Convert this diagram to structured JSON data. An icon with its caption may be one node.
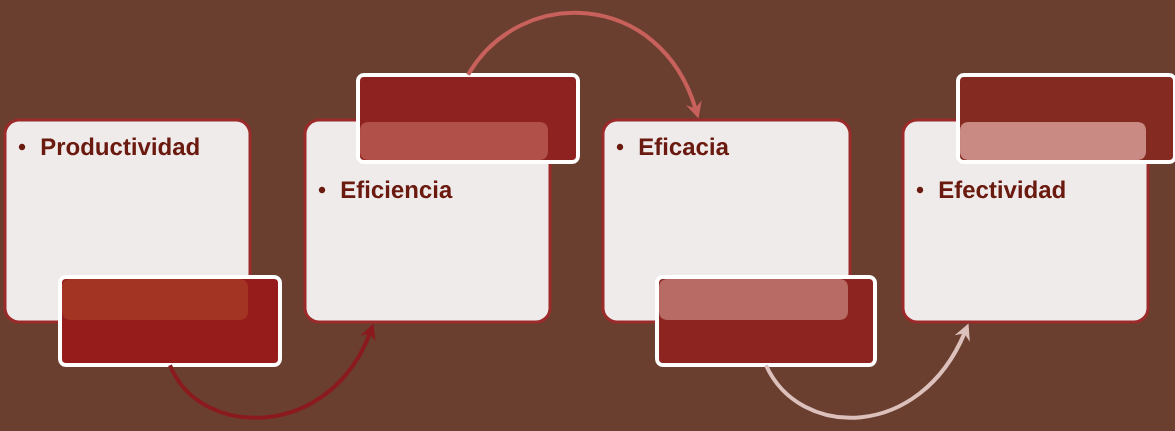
{
  "diagram": {
    "nodes": [
      {
        "text": [
          "Productividad"
        ]
      },
      {
        "text": [],
        "shape": "box"
      },
      {
        "text": [
          "Eficiencia"
        ]
      },
      {
        "text": [],
        "shape": "box"
      },
      {
        "text": [
          "Eficacia"
        ]
      },
      {
        "text": [],
        "shape": "box"
      },
      {
        "text": [
          "Efectividad"
        ]
      },
      {
        "text": [],
        "shape": "box"
      }
    ],
    "edges": [
      {
        "from": 1,
        "to": 2,
        "arrow": "to",
        "color": "#8b1a1e"
      },
      {
        "from": 3,
        "to": 4,
        "arrow": "to",
        "color": "#c8605c"
      },
      {
        "from": 5,
        "to": 6,
        "arrow": "to",
        "color": "#dcc0bc"
      }
    ]
  }
}
